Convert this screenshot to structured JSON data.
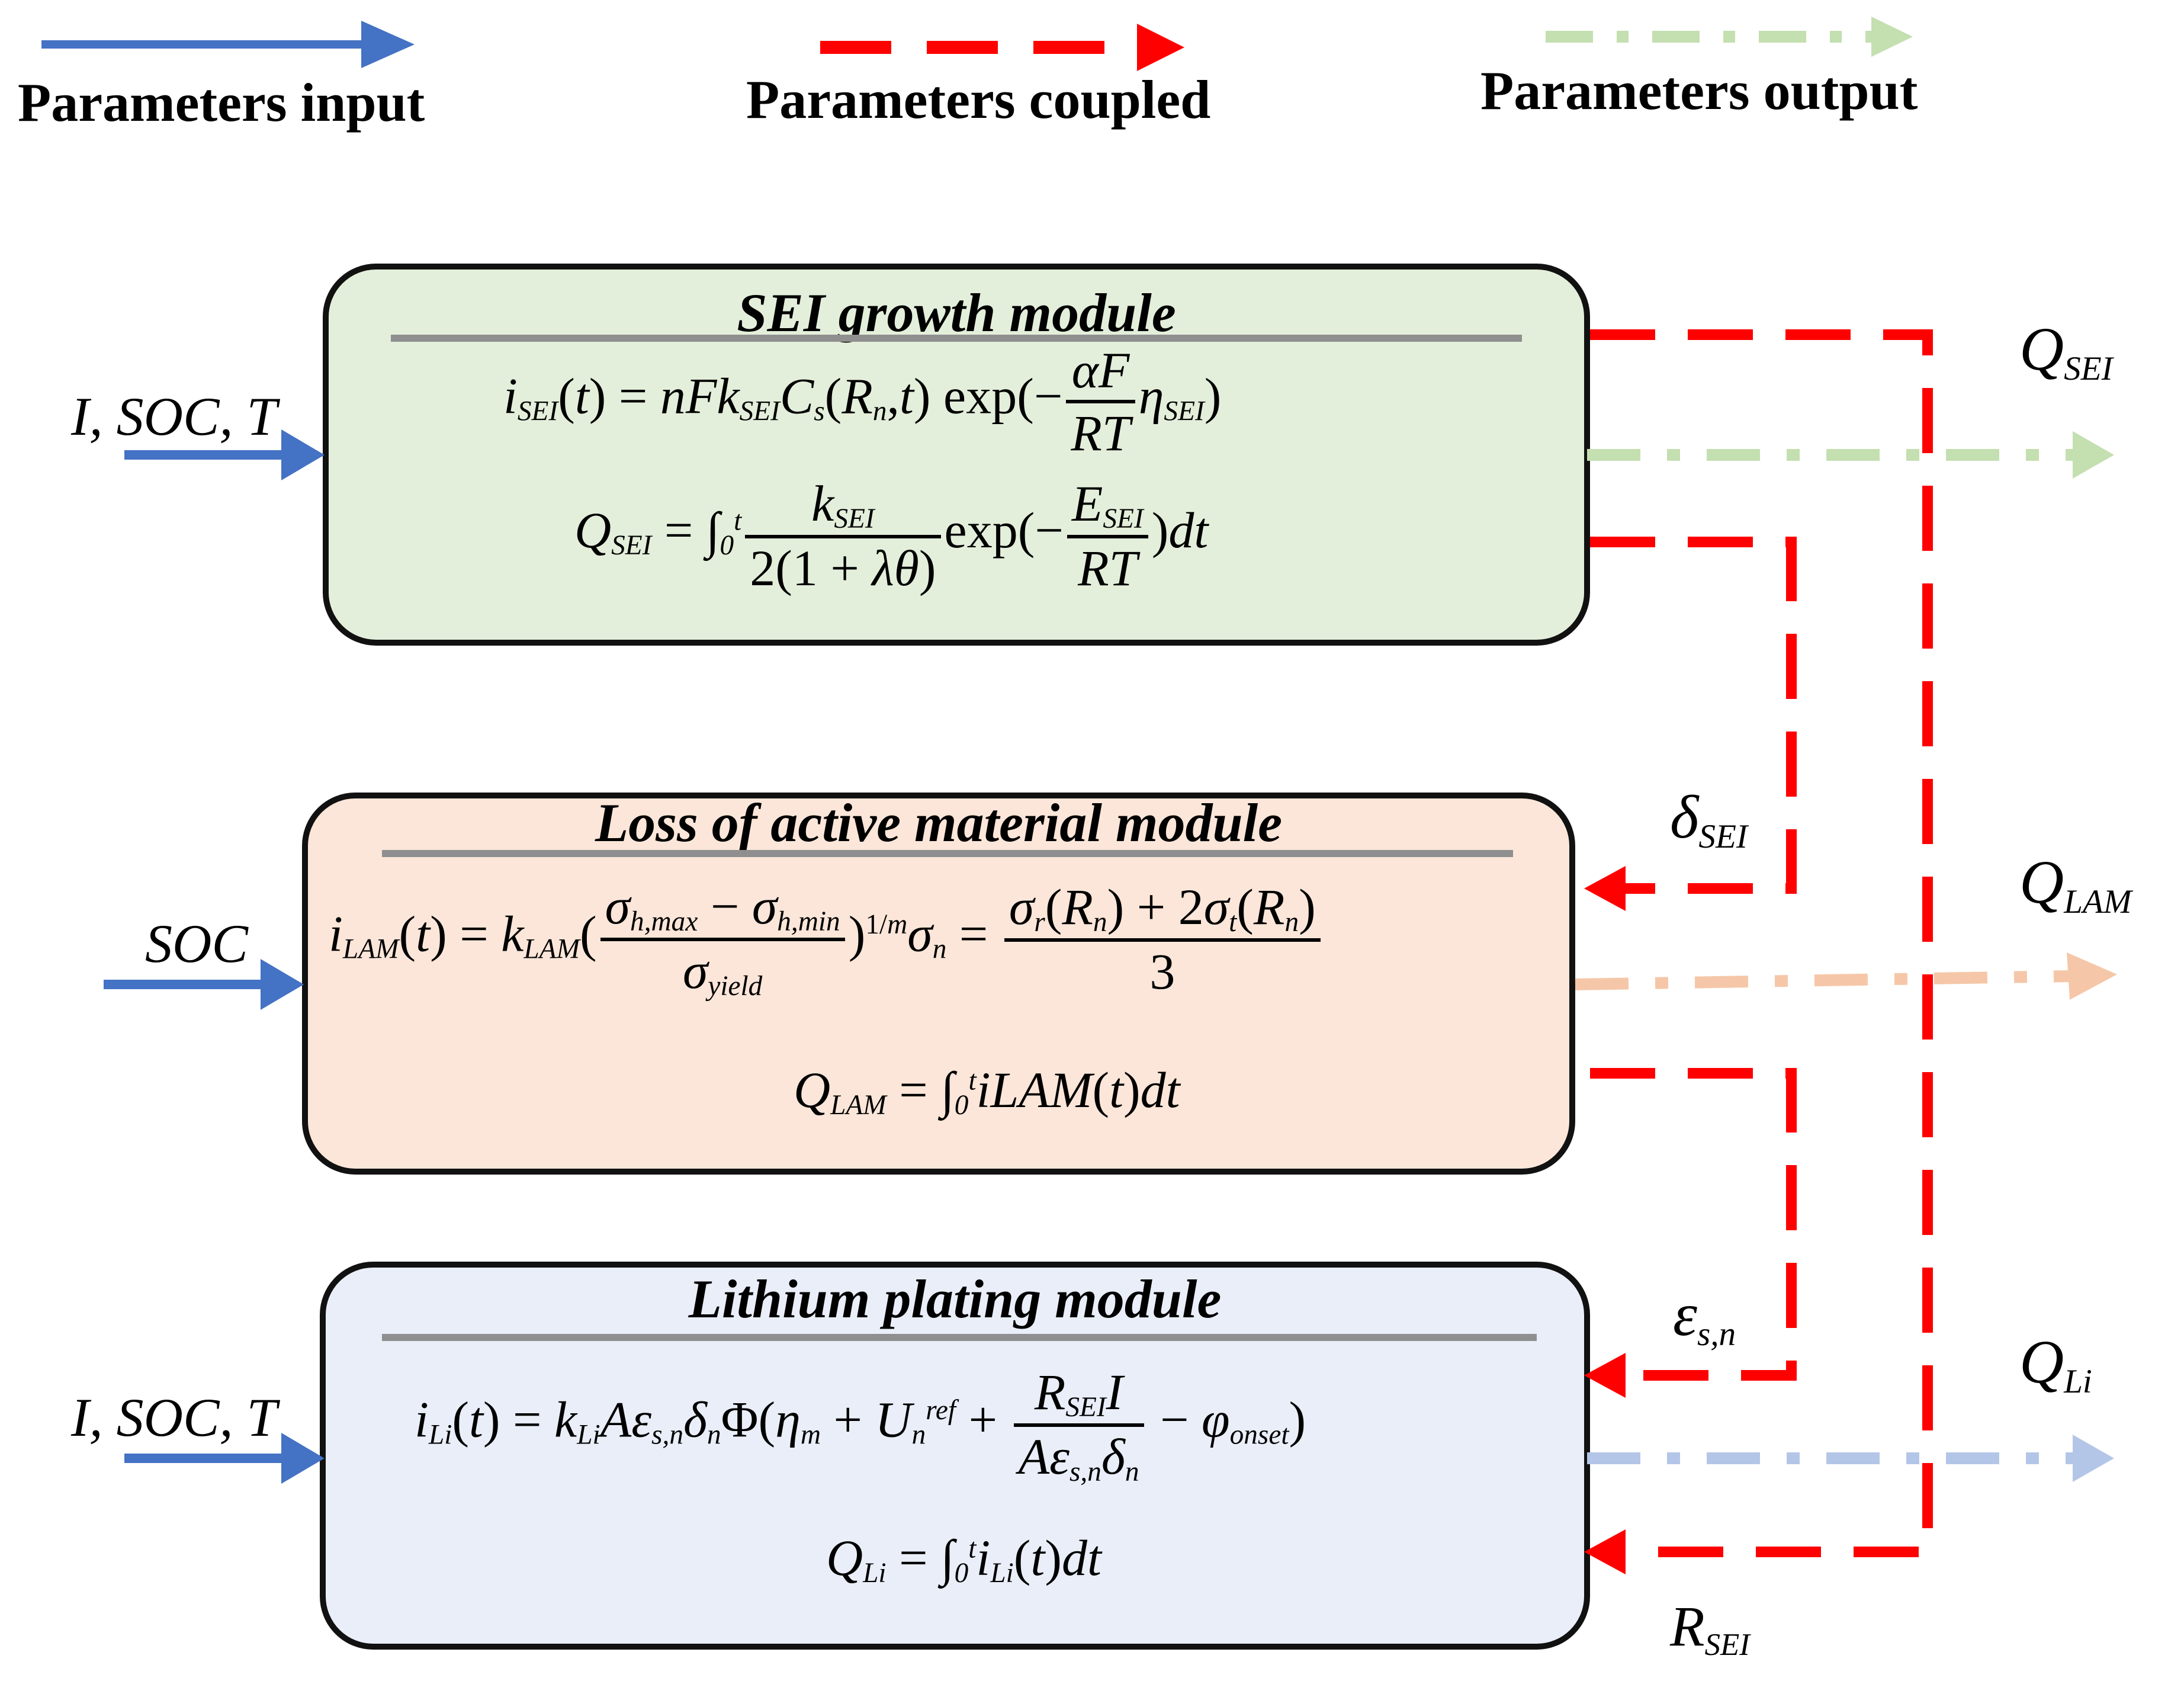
{
  "legend": {
    "input": "Parameters input",
    "coupled": "Parameters coupled",
    "output": "Parameters output"
  },
  "colors": {
    "input_arrow": "#4472c4",
    "coupled_arrow": "#ff0000",
    "sei_output": "#c4dfb0",
    "lam_output": "#f5c7a8",
    "li_output": "#b4c6e7",
    "sei_fill": "#e4efdb",
    "lam_fill": "#fbe6d9",
    "li_fill": "#e9eef8"
  },
  "modules": {
    "sei": {
      "title": "SEI growth module",
      "input": "I, SOC, T",
      "output": "Q",
      "output_sub": "SEI"
    },
    "lam": {
      "title": "Loss of active material module",
      "input": "SOC",
      "output": "Q",
      "output_sub": "LAM"
    },
    "li": {
      "title": "Lithium plating module",
      "input": "I, SOC, T",
      "output": "Q",
      "output_sub": "Li"
    }
  },
  "coupling": {
    "delta": "δ",
    "delta_sub": "SEI",
    "eps": "ε",
    "eps_sub": "s,n",
    "rsei": "R",
    "rsei_sub": "SEI"
  }
}
